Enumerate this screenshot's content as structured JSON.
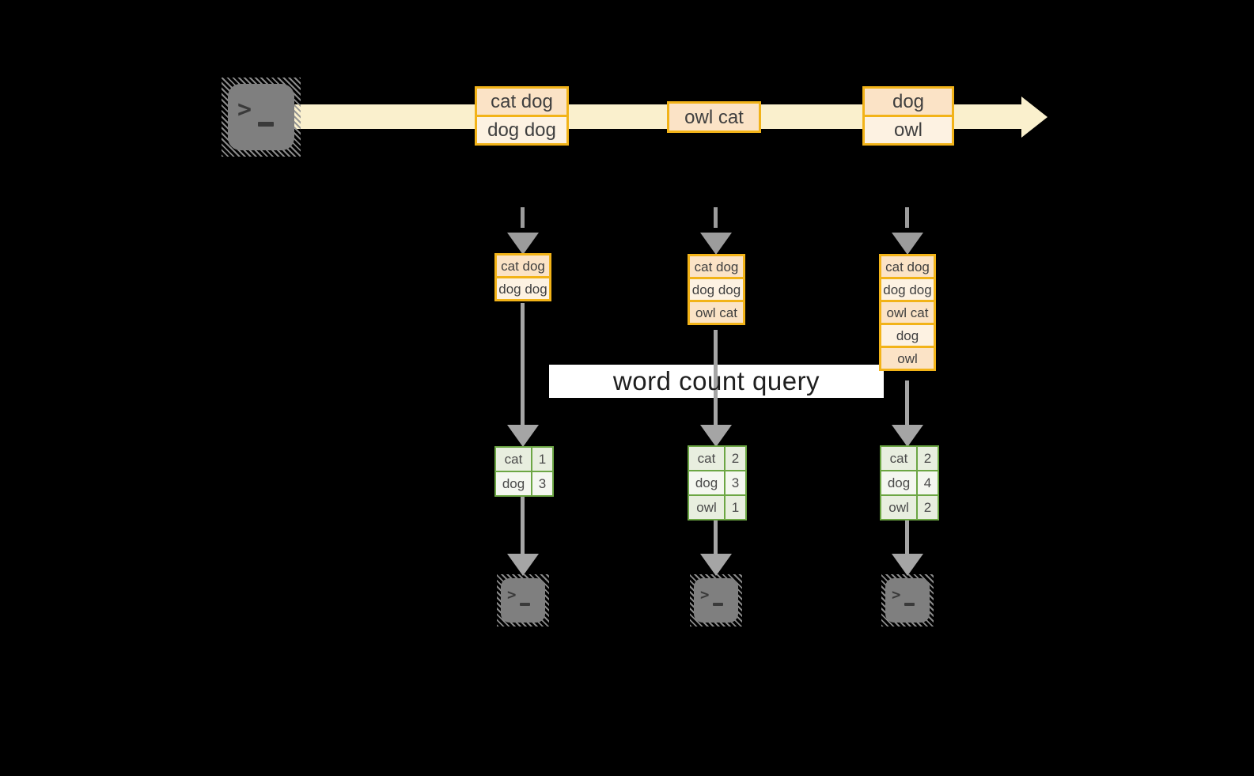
{
  "colors": {
    "background": "#000000",
    "stream_band": "#faf0cd",
    "box_border_amber": "#f2b318",
    "box_fill_peach": "#fbe3c6",
    "box_fill_cream": "#fdf2e2",
    "table_border_green": "#6ca644",
    "table_fill_dark": "#e8eedf",
    "table_fill_light": "#f4f7f0",
    "arrow_gray": "#a5a5a5",
    "terminal_gray": "#7f7f7f",
    "query_band": "#ffffff"
  },
  "terminal": {
    "glyph_chevron": ">",
    "glyph_dash": "_"
  },
  "query_label": "word count query",
  "stream": {
    "batches": [
      {
        "rows": [
          "cat dog",
          "dog dog"
        ]
      },
      {
        "rows": [
          "owl cat"
        ]
      },
      {
        "rows": [
          "dog",
          "owl"
        ]
      }
    ]
  },
  "columns": [
    {
      "stack": [
        "cat dog",
        "dog dog"
      ],
      "table": [
        {
          "word": "cat",
          "count": "1"
        },
        {
          "word": "dog",
          "count": "3"
        }
      ]
    },
    {
      "stack": [
        "cat dog",
        "dog dog",
        "owl cat"
      ],
      "table": [
        {
          "word": "cat",
          "count": "2"
        },
        {
          "word": "dog",
          "count": "3"
        },
        {
          "word": "owl",
          "count": "1"
        }
      ]
    },
    {
      "stack": [
        "cat dog",
        "dog dog",
        "owl cat",
        "dog",
        "owl"
      ],
      "table": [
        {
          "word": "cat",
          "count": "2"
        },
        {
          "word": "dog",
          "count": "4"
        },
        {
          "word": "owl",
          "count": "2"
        }
      ]
    }
  ]
}
